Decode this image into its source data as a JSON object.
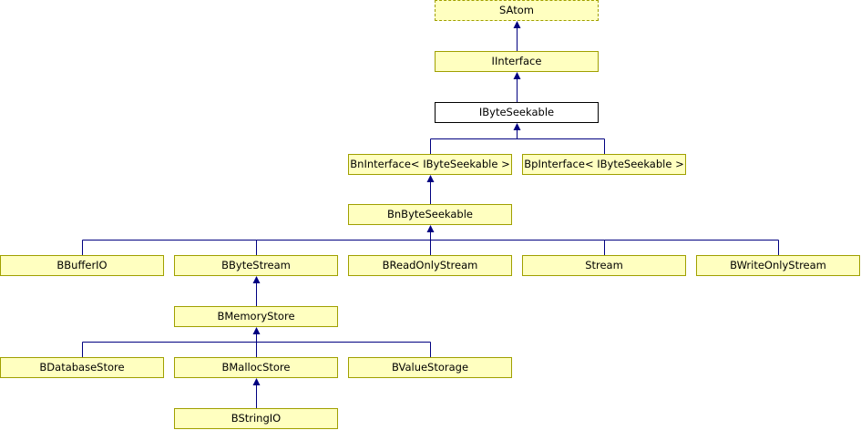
{
  "diagram": {
    "nodes": {
      "satom": "SAtom",
      "iinterface": "IInterface",
      "ibyteseekable": "IByteSeekable",
      "bninterface": "BnInterface< IByteSeekable >",
      "bpinterface": "BpInterface< IByteSeekable >",
      "bnbyteseekable": "BnByteSeekable",
      "bbufferio": "BBufferIO",
      "bbytestream": "BByteStream",
      "breadonlystream": "BReadOnlyStream",
      "stream": "Stream",
      "bwriteonlystream": "BWriteOnlyStream",
      "bmemorystore": "BMemoryStore",
      "bdatabasestore": "BDatabaseStore",
      "bmallocstore": "BMallocStore",
      "bvaluestorage": "BValueStorage",
      "bstringio": "BStringIO"
    },
    "edges": [
      [
        "iinterface",
        "satom"
      ],
      [
        "ibyteseekable",
        "iinterface"
      ],
      [
        "bninterface",
        "ibyteseekable"
      ],
      [
        "bpinterface",
        "ibyteseekable"
      ],
      [
        "bnbyteseekable",
        "bninterface"
      ],
      [
        "bbufferio",
        "bnbyteseekable"
      ],
      [
        "bbytestream",
        "bnbyteseekable"
      ],
      [
        "breadonlystream",
        "bnbyteseekable"
      ],
      [
        "stream",
        "bnbyteseekable"
      ],
      [
        "bwriteonlystream",
        "bnbyteseekable"
      ],
      [
        "bmemorystore",
        "bbytestream"
      ],
      [
        "bdatabasestore",
        "bmemorystore"
      ],
      [
        "bmallocstore",
        "bmemorystore"
      ],
      [
        "bvaluestorage",
        "bmemorystore"
      ],
      [
        "bstringio",
        "bmallocstore"
      ]
    ],
    "colors": {
      "node_fill": "#ffffc0",
      "node_border": "#a0a000",
      "edge": "#000080",
      "highlight_fill": "#ffffff",
      "highlight_border": "#000000"
    }
  }
}
